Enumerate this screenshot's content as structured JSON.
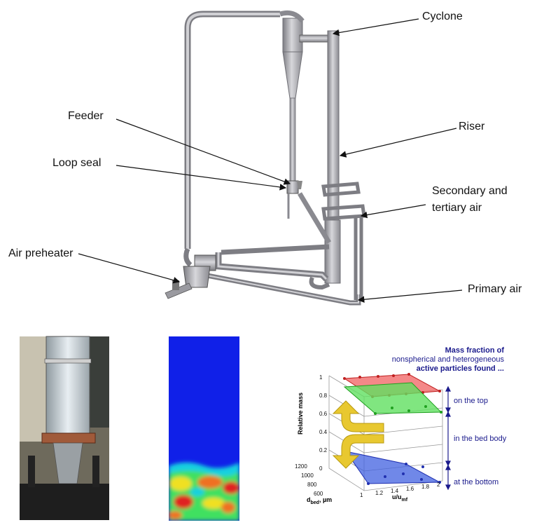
{
  "diagram": {
    "labels": {
      "cyclone": "Cyclone",
      "feeder": "Feeder",
      "loop_seal": "Loop seal",
      "riser": "Riser",
      "secondary_line1": "Secondary and",
      "secondary_line2": "tertiary air",
      "air_preheater": "Air preheater",
      "primary_air": "Primary air"
    },
    "colors": {
      "pipe": "#a9a9ad",
      "pipe_dark": "#6f6f75",
      "text": "#111111"
    }
  },
  "chart3d": {
    "title_line1": "Mass fraction of",
    "title_line2": "nonspherical and heterogeneous",
    "title_line3": "active particles found ...",
    "bands": {
      "top": "on the top",
      "body": "in the bed body",
      "bottom": "at the bottom"
    },
    "ylabel": "Relative mass",
    "xlabel": "u/u",
    "xlabel_sub": "mf",
    "dlabel": "d",
    "dlabel_sub": "bed",
    "dlabel_unit": ", µm",
    "colors": {
      "top": "#f05050",
      "mid": "#50d050",
      "bottom": "#4060e0",
      "arrow": "#e8c830",
      "text": "#1a1a8c"
    }
  },
  "chart_data": {
    "type": "surface",
    "title": "Mass fraction of nonspherical and heterogeneous active particles found ...",
    "ylabel": "Relative mass",
    "xlabel": "u/umf",
    "zlabel": "dbed, µm",
    "y_ticks": [
      "0",
      "0.2",
      "0.4",
      "0.6",
      "0.8",
      "1"
    ],
    "x_ticks": [
      "1",
      "1.2",
      "1.4",
      "1.6",
      "1.8",
      "2"
    ],
    "z_ticks": [
      "600",
      "800",
      "1000",
      "1200"
    ],
    "ylim": [
      0,
      1
    ],
    "xlim": [
      1,
      2
    ],
    "zlim": [
      600,
      1200
    ],
    "series": [
      {
        "name": "on the top",
        "approx_range": [
          0.9,
          1.0
        ]
      },
      {
        "name": "in the bed body",
        "approx_range": [
          0.7,
          0.85
        ]
      },
      {
        "name": "at the bottom",
        "approx_range": [
          0.0,
          0.15
        ]
      }
    ]
  }
}
